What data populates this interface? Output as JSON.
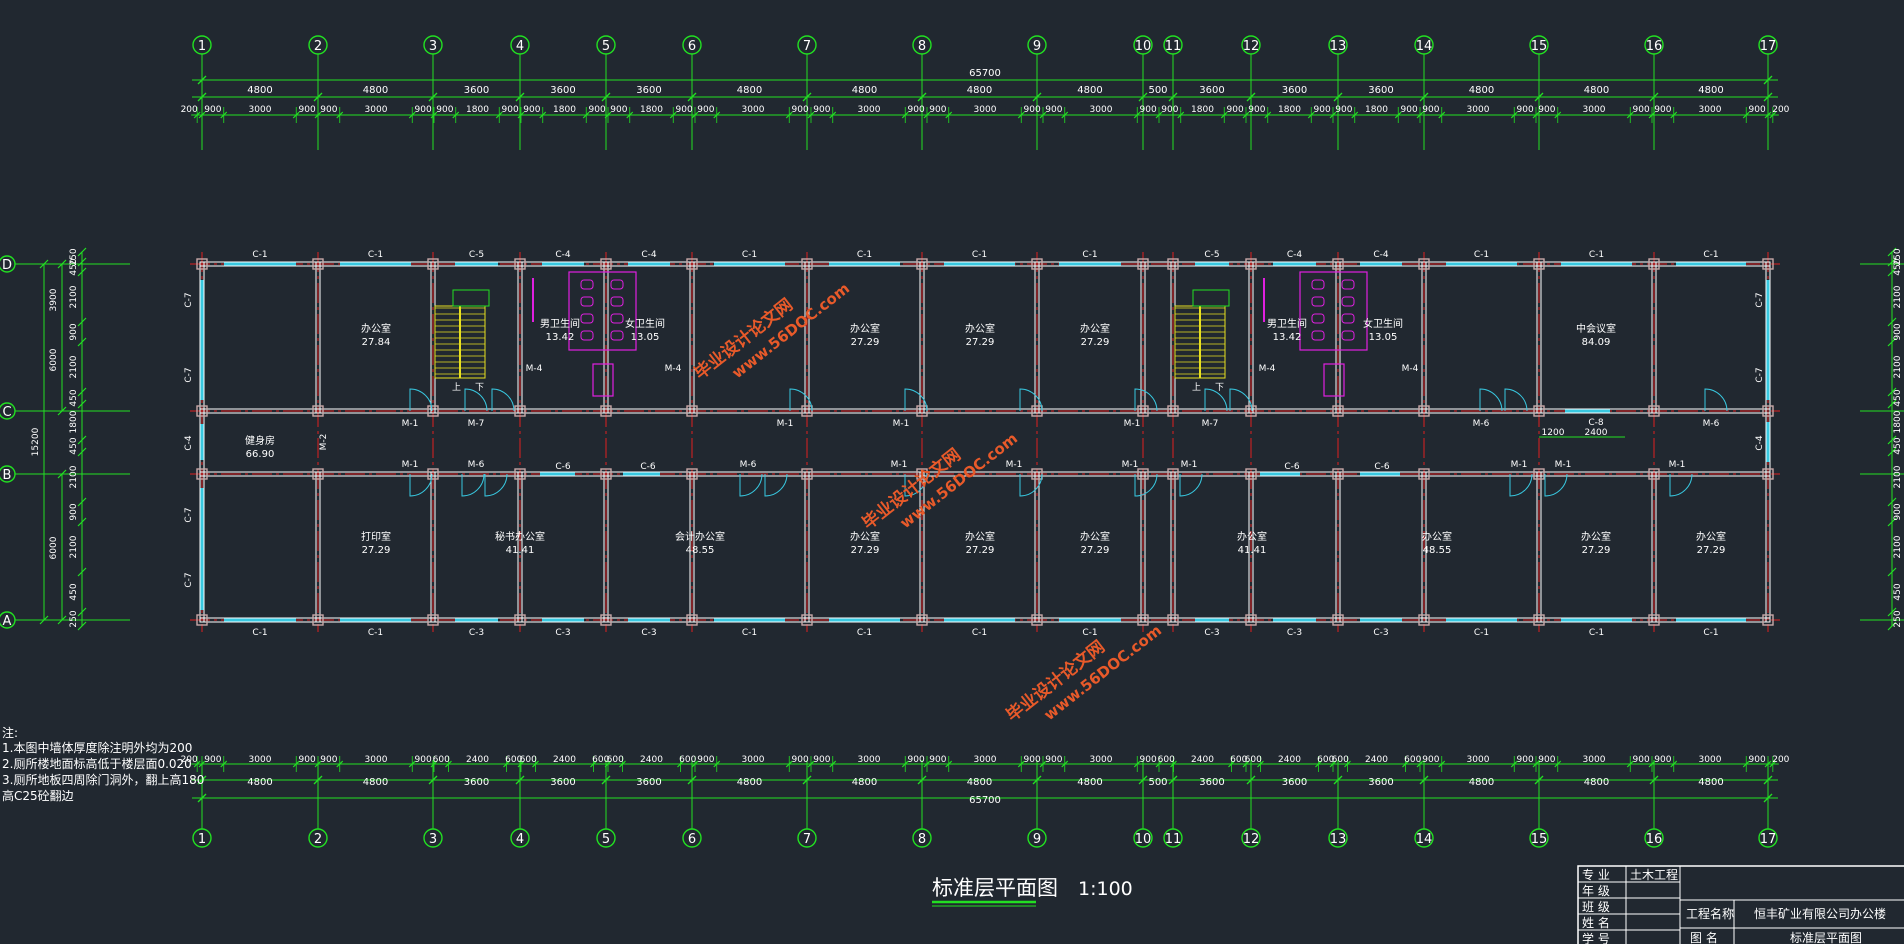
{
  "drawing": {
    "title": "标准层平面图",
    "scale": "1:100",
    "axes_numbered": [
      "1",
      "2",
      "3",
      "4",
      "5",
      "6",
      "7",
      "8",
      "9",
      "10",
      "11",
      "12",
      "13",
      "14",
      "15",
      "16",
      "17"
    ],
    "axes_lettered": [
      "D",
      "C",
      "B",
      "A"
    ],
    "top_overall": "65700",
    "bottom_overall": "65700",
    "top_bays": [
      "4800",
      "4800",
      "3600",
      "3600",
      "3600",
      "4800",
      "4800",
      "4800",
      "4800",
      "500",
      "3600",
      "3600",
      "3600",
      "4800",
      "4800",
      "4800"
    ],
    "top_details": [
      "200",
      "900",
      "3000",
      "900",
      "900",
      "3000",
      "900",
      "900",
      "1800",
      "900",
      "900",
      "1800",
      "900",
      "900",
      "1800",
      "900",
      "900",
      "3000",
      "900",
      "900",
      "3000",
      "900",
      "900",
      "3000",
      "900",
      "900",
      "3000",
      "900",
      "900",
      "1800",
      "900",
      "900",
      "1800",
      "900",
      "900",
      "1800",
      "900",
      "900",
      "3000",
      "900",
      "900",
      "3000",
      "900",
      "900",
      "3000",
      "900",
      "200"
    ],
    "bottom_bays": [
      "4800",
      "4800",
      "3600",
      "3600",
      "3600",
      "4800",
      "4800",
      "4800",
      "4800",
      "500",
      "3600",
      "3600",
      "3600",
      "4800",
      "4800",
      "4800"
    ],
    "bottom_details": [
      "200",
      "900",
      "3000",
      "900",
      "900",
      "3000",
      "900",
      "600",
      "2400",
      "600",
      "600",
      "2400",
      "600",
      "600",
      "2400",
      "600",
      "900",
      "3000",
      "900",
      "900",
      "3000",
      "900",
      "900",
      "3000",
      "900",
      "900",
      "3000",
      "900",
      "600",
      "2400",
      "600",
      "600",
      "2400",
      "600",
      "600",
      "2400",
      "600",
      "900",
      "3000",
      "900",
      "900",
      "3000",
      "900",
      "900",
      "3000",
      "900",
      "200"
    ],
    "left_dims": [
      "250",
      "450",
      "2100",
      "900",
      "2100",
      "450",
      "1800",
      "450",
      "2100",
      "900",
      "2100",
      "450",
      "250"
    ],
    "left_totals": [
      "6000",
      "3900",
      "15200",
      "6000"
    ],
    "right_dims": [
      "250",
      "450",
      "2100",
      "900",
      "2100",
      "450",
      "1800",
      "450",
      "2100",
      "900",
      "2100",
      "450",
      "250"
    ],
    "corridor_dims": [
      "1200",
      "2400"
    ],
    "rooms": [
      {
        "name": "办公室",
        "area": "27.84"
      },
      {
        "name": "男卫生间",
        "area": "13.42"
      },
      {
        "name": "女卫生间",
        "area": "13.05"
      },
      {
        "name": "办公室",
        "area": "27.29"
      },
      {
        "name": "办公室",
        "area": "27.29"
      },
      {
        "name": "办公室",
        "area": "27.29"
      },
      {
        "name": "男卫生间",
        "area": "13.42"
      },
      {
        "name": "女卫生间",
        "area": "13.05"
      },
      {
        "name": "中会议室",
        "area": "84.09"
      },
      {
        "name": "健身房",
        "area": "66.90"
      },
      {
        "name": "打印室",
        "area": "27.29"
      },
      {
        "name": "秘书办公室",
        "area": "41.41"
      },
      {
        "name": "会计办公室",
        "area": "48.55"
      },
      {
        "name": "办公室",
        "area": "27.29"
      },
      {
        "name": "办公室",
        "area": "27.29"
      },
      {
        "name": "办公室",
        "area": "27.29"
      },
      {
        "name": "办公室",
        "area": "41.41"
      },
      {
        "name": "办公室",
        "area": "48.55"
      },
      {
        "name": "办公室",
        "area": "27.29"
      },
      {
        "name": "办公室",
        "area": "27.29"
      }
    ],
    "windows_top": [
      "C-1",
      "C-1",
      "C-5",
      "C-4",
      "C-4",
      "C-1",
      "C-1",
      "C-1",
      "C-1",
      "C-5",
      "C-4",
      "C-4",
      "C-1",
      "C-1",
      "C-1"
    ],
    "windows_bottom": [
      "C-1",
      "C-1",
      "C-3",
      "C-3",
      "C-3",
      "C-1",
      "C-1",
      "C-1",
      "C-1",
      "C-3",
      "C-3",
      "C-3",
      "C-1",
      "C-1",
      "C-1"
    ],
    "windows_side": [
      "C-7",
      "C-7",
      "C-4",
      "C-7",
      "C-7"
    ],
    "windows_side_right": [
      "C-7",
      "C-7",
      "C-4"
    ],
    "corridor_windows": [
      "C-6",
      "C-6",
      "C-6",
      "C-6",
      "C-8"
    ],
    "doors_north": [
      "M-1",
      "M-7",
      "M-4",
      "M-4",
      "M-1",
      "M-1",
      "M-1",
      "M-7",
      "M-4",
      "M-4",
      "M-6",
      "M-6"
    ],
    "doors_south": [
      "M-1",
      "M-6",
      "M-6",
      "M-1",
      "M-1",
      "M-1",
      "M-1",
      "M-1",
      "M-1",
      "M-1"
    ],
    "door_m2": "M-2",
    "stair_up": "上",
    "stair_down": "下",
    "watermark_a": "毕业设计论文网",
    "watermark_b": "www.56DOC.com",
    "notes": {
      "heading": "注:",
      "line1": "1.本图中墙体厚度除注明外均为200",
      "line2": "2.厕所楼地面标高低于楼层面0.020",
      "line3": "3.厕所地板四周除门洞外，翻上高180",
      "line4": "高C25砼翻边"
    },
    "title_block": {
      "major_label": "专 业",
      "major_value": "土木工程",
      "grade_label": "年 级",
      "class_label": "班 级",
      "name_label": "姓 名",
      "id_label": "学 号",
      "project_label": "工程名称",
      "project_value": "恒丰矿业有限公司办公楼",
      "drawing_label": "图 名",
      "drawing_value": "标准层平面图"
    }
  },
  "colors": {
    "background": "#212830",
    "dimension": "#22e022",
    "wall": "#ffffff",
    "column": "#c8a8a8",
    "window": "#38c8e0",
    "axis_center": "#e02020",
    "toilet": "#e020e0",
    "stair": "#e8e020",
    "watermark": "#e85a2a"
  }
}
